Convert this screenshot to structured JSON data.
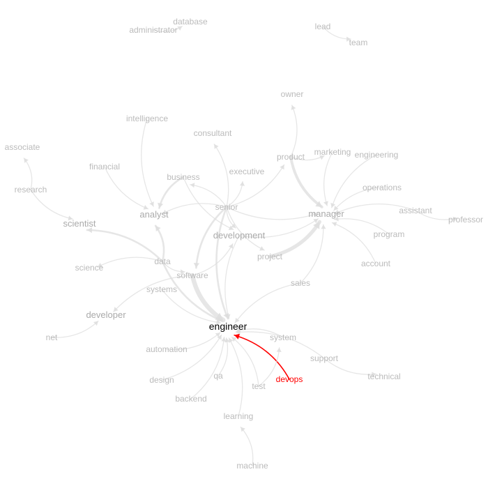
{
  "graph": {
    "highlight_color": "#ff0000",
    "edge_color": "#dddddd",
    "label_color": "#bbbbbb",
    "focus_label_color": "#000000",
    "nodes": [
      {
        "id": "engineer",
        "label": "engineer",
        "role": "focus"
      },
      {
        "id": "devops",
        "label": "devops",
        "role": "highlight"
      },
      {
        "id": "manager",
        "label": "manager",
        "role": "hub"
      },
      {
        "id": "analyst",
        "label": "analyst",
        "role": "hub"
      },
      {
        "id": "development",
        "label": "development",
        "role": "hub"
      },
      {
        "id": "developer",
        "label": "developer",
        "role": "hub"
      },
      {
        "id": "scientist",
        "label": "scientist",
        "role": "hub"
      },
      {
        "id": "database",
        "label": "database"
      },
      {
        "id": "administrator",
        "label": "administrator"
      },
      {
        "id": "lead",
        "label": "lead"
      },
      {
        "id": "team",
        "label": "team"
      },
      {
        "id": "owner",
        "label": "owner"
      },
      {
        "id": "intelligence",
        "label": "intelligence"
      },
      {
        "id": "consultant",
        "label": "consultant"
      },
      {
        "id": "associate",
        "label": "associate"
      },
      {
        "id": "product",
        "label": "product"
      },
      {
        "id": "marketing",
        "label": "marketing"
      },
      {
        "id": "engineering",
        "label": "engineering"
      },
      {
        "id": "financial",
        "label": "financial"
      },
      {
        "id": "business",
        "label": "business"
      },
      {
        "id": "executive",
        "label": "executive"
      },
      {
        "id": "research",
        "label": "research"
      },
      {
        "id": "operations",
        "label": "operations"
      },
      {
        "id": "senior",
        "label": "senior"
      },
      {
        "id": "assistant",
        "label": "assistant"
      },
      {
        "id": "professor",
        "label": "professor"
      },
      {
        "id": "program",
        "label": "program"
      },
      {
        "id": "project",
        "label": "project"
      },
      {
        "id": "science",
        "label": "science"
      },
      {
        "id": "data",
        "label": "data"
      },
      {
        "id": "software",
        "label": "software"
      },
      {
        "id": "account",
        "label": "account"
      },
      {
        "id": "sales",
        "label": "sales"
      },
      {
        "id": "systems",
        "label": "systems"
      },
      {
        "id": "net",
        "label": "net"
      },
      {
        "id": "system",
        "label": "system"
      },
      {
        "id": "automation",
        "label": "automation"
      },
      {
        "id": "support",
        "label": "support"
      },
      {
        "id": "technical",
        "label": "technical"
      },
      {
        "id": "design",
        "label": "design"
      },
      {
        "id": "qa",
        "label": "qa"
      },
      {
        "id": "test",
        "label": "test"
      },
      {
        "id": "backend",
        "label": "backend"
      },
      {
        "id": "learning",
        "label": "learning"
      },
      {
        "id": "machine",
        "label": "machine"
      }
    ],
    "edges": [
      {
        "source": "devops",
        "target": "engineer",
        "weight": 2,
        "highlight": true
      },
      {
        "source": "software",
        "target": "engineer",
        "weight": 5
      },
      {
        "source": "data",
        "target": "engineer",
        "weight": 2
      },
      {
        "source": "systems",
        "target": "engineer",
        "weight": 1
      },
      {
        "source": "senior",
        "target": "engineer",
        "weight": 2
      },
      {
        "source": "development",
        "target": "engineer",
        "weight": 1
      },
      {
        "source": "sales",
        "target": "engineer",
        "weight": 1
      },
      {
        "source": "system",
        "target": "engineer",
        "weight": 1
      },
      {
        "source": "support",
        "target": "engineer",
        "weight": 1
      },
      {
        "source": "automation",
        "target": "engineer",
        "weight": 1
      },
      {
        "source": "design",
        "target": "engineer",
        "weight": 1
      },
      {
        "source": "qa",
        "target": "engineer",
        "weight": 1
      },
      {
        "source": "test",
        "target": "engineer",
        "weight": 1
      },
      {
        "source": "backend",
        "target": "engineer",
        "weight": 1
      },
      {
        "source": "learning",
        "target": "engineer",
        "weight": 1
      },
      {
        "source": "project",
        "target": "manager",
        "weight": 4
      },
      {
        "source": "product",
        "target": "manager",
        "weight": 3
      },
      {
        "source": "senior",
        "target": "manager",
        "weight": 1
      },
      {
        "source": "marketing",
        "target": "manager",
        "weight": 1
      },
      {
        "source": "engineering",
        "target": "manager",
        "weight": 1
      },
      {
        "source": "operations",
        "target": "manager",
        "weight": 1
      },
      {
        "source": "assistant",
        "target": "manager",
        "weight": 1
      },
      {
        "source": "program",
        "target": "manager",
        "weight": 1
      },
      {
        "source": "account",
        "target": "manager",
        "weight": 1
      },
      {
        "source": "development",
        "target": "manager",
        "weight": 1
      },
      {
        "source": "sales",
        "target": "manager",
        "weight": 1
      },
      {
        "source": "data",
        "target": "analyst",
        "weight": 2
      },
      {
        "source": "business",
        "target": "analyst",
        "weight": 2
      },
      {
        "source": "financial",
        "target": "analyst",
        "weight": 1
      },
      {
        "source": "senior",
        "target": "analyst",
        "weight": 1
      },
      {
        "source": "intelligence",
        "target": "analyst",
        "weight": 1
      },
      {
        "source": "data",
        "target": "scientist",
        "weight": 2
      },
      {
        "source": "research",
        "target": "scientist",
        "weight": 1
      },
      {
        "source": "senior",
        "target": "development",
        "weight": 1
      },
      {
        "source": "business",
        "target": "development",
        "weight": 1
      },
      {
        "source": "software",
        "target": "developer",
        "weight": 1
      },
      {
        "source": "net",
        "target": "developer",
        "weight": 1
      },
      {
        "source": "administrator",
        "target": "database",
        "weight": 1
      },
      {
        "source": "lead",
        "target": "team",
        "weight": 1
      },
      {
        "source": "product",
        "target": "owner",
        "weight": 1
      },
      {
        "source": "senior",
        "target": "consultant",
        "weight": 1
      },
      {
        "source": "research",
        "target": "associate",
        "weight": 1
      },
      {
        "source": "product",
        "target": "marketing",
        "weight": 1
      },
      {
        "source": "senior",
        "target": "business",
        "weight": 1
      },
      {
        "source": "senior",
        "target": "executive",
        "weight": 1
      },
      {
        "source": "senior",
        "target": "product",
        "weight": 1
      },
      {
        "source": "senior",
        "target": "software",
        "weight": 2
      },
      {
        "source": "senior",
        "target": "project",
        "weight": 1
      },
      {
        "source": "assistant",
        "target": "professor",
        "weight": 1
      },
      {
        "source": "data",
        "target": "science",
        "weight": 1
      },
      {
        "source": "data",
        "target": "software",
        "weight": 1
      },
      {
        "source": "software",
        "target": "development",
        "weight": 1
      },
      {
        "source": "support",
        "target": "technical",
        "weight": 1
      },
      {
        "source": "machine",
        "target": "learning",
        "weight": 1
      },
      {
        "source": "test",
        "target": "system",
        "weight": 1
      }
    ]
  }
}
